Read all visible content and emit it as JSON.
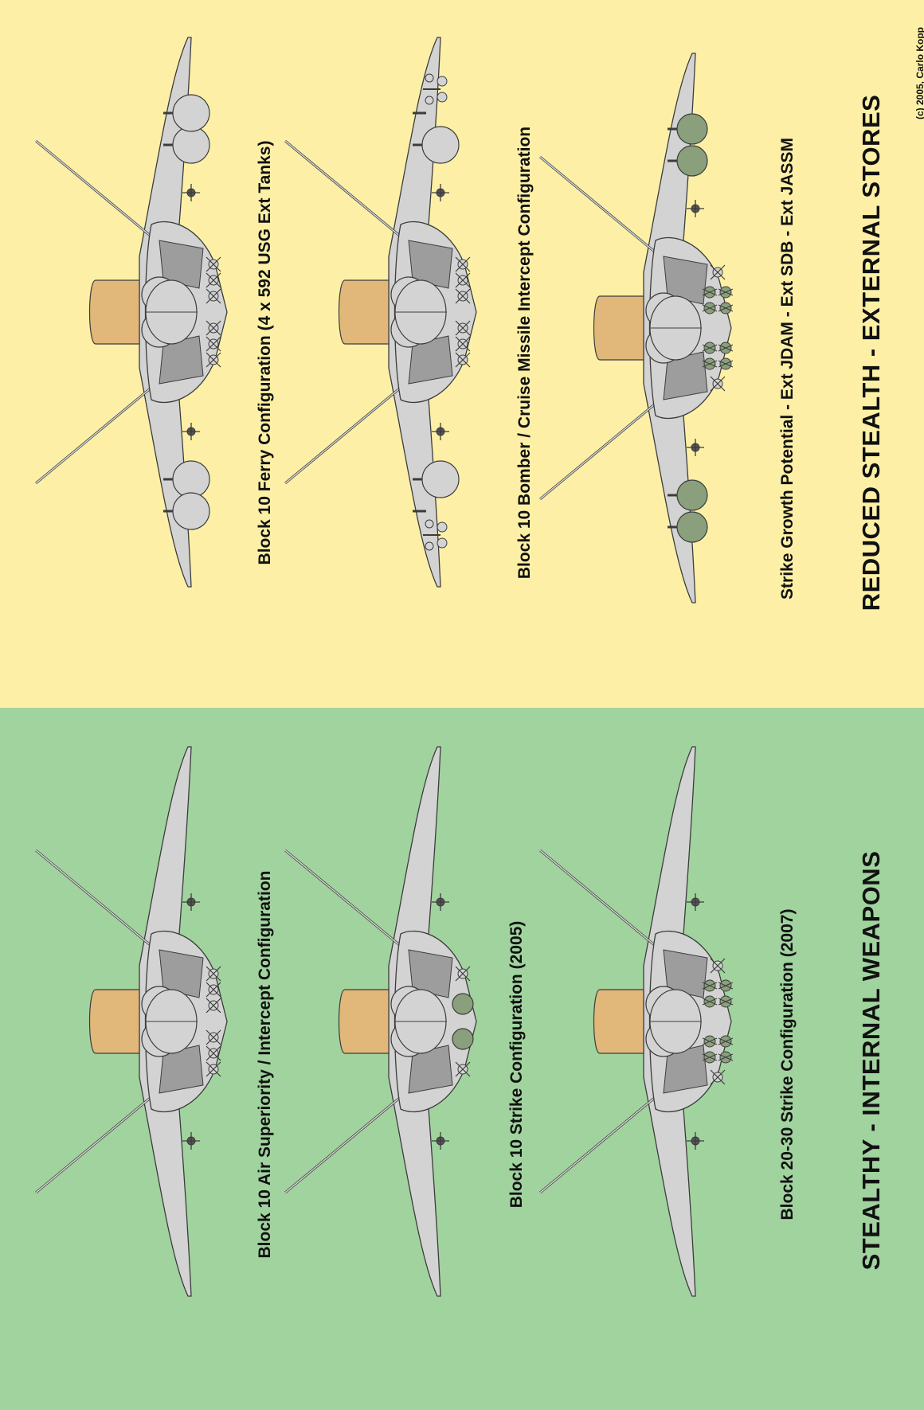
{
  "colors": {
    "top_panel_bg": "#fdf0a6",
    "bottom_panel_bg": "#a1d39f",
    "airframe": "#d3d3d3",
    "airframe_dark": "#9d9d9d",
    "outline": "#3c3c3c",
    "canopy_nose": "#e1b77a",
    "bomb_green": "#8aa07c"
  },
  "top_panel": {
    "section_title": "REDUCED STEALTH - EXTERNAL STORES",
    "copyright": "(c) 2005, Carlo Kopp",
    "configs": [
      {
        "caption": "Block 10 Ferry Configuration (4 x 592 USG Ext Tanks)",
        "stores": "tanks"
      },
      {
        "caption": "Block 10 Bomber / Cruise Missile Intercept Configuration",
        "stores": "bomber"
      },
      {
        "caption": "Strike Growth Potential - Ext JDAM - Ext SDB - Ext JASSM",
        "stores": "strike-ext"
      }
    ]
  },
  "bottom_panel": {
    "section_title": "STEALTHY - INTERNAL WEAPONS",
    "configs": [
      {
        "caption": "Block 10 Air Superiority / Intercept Configuration",
        "stores": "air"
      },
      {
        "caption": "Block 10 Strike Configuration (2005)",
        "stores": "jdam"
      },
      {
        "caption": "Block 20-30 Strike Configuration (2007)",
        "stores": "sdb"
      }
    ]
  }
}
